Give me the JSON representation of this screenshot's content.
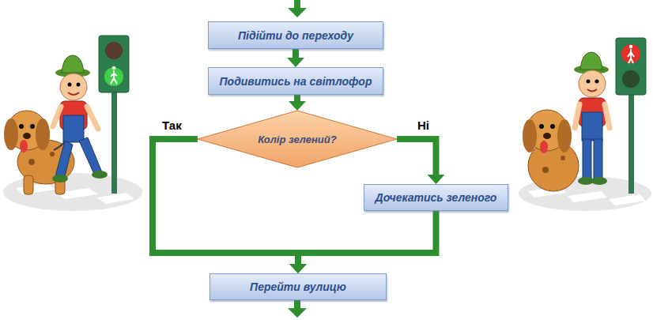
{
  "diagram": {
    "nodes": [
      {
        "text": [
          "Підійти до переходу"
        ]
      },
      {
        "text": [
          "Подивитись на світлофор"
        ]
      },
      {
        "text": [
          "Колір зелений?"
        ]
      },
      {
        "text": [
          "Дочекатись зеленого"
        ]
      },
      {
        "text": [
          "Перейти вулицю"
        ]
      }
    ],
    "edges": [
      {
        "from": 0,
        "to": 1,
        "arrow": "to"
      },
      {
        "from": 1,
        "to": 2,
        "arrow": "to"
      },
      {
        "from": 2,
        "to": 4,
        "arrow": "to",
        "label": "Так"
      },
      {
        "from": 2,
        "to": 3,
        "arrow": "to",
        "label": "Ні"
      },
      {
        "from": 3,
        "to": 4,
        "arrow": "to"
      }
    ]
  }
}
